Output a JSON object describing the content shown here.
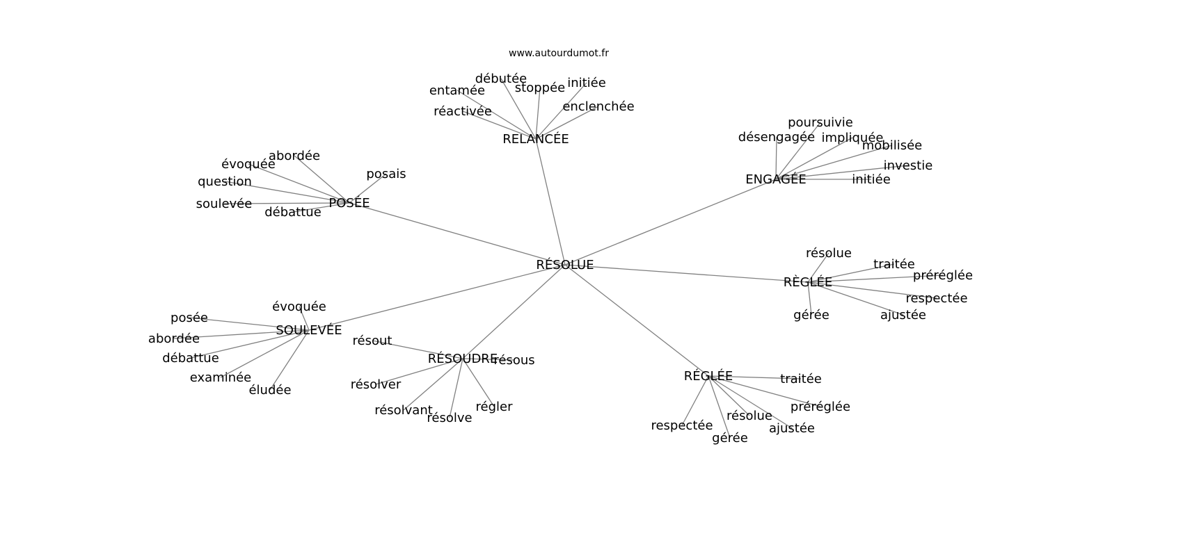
{
  "title": "www.autourdumot.fr",
  "root": "RÉSOLUE",
  "groups": [
    {
      "label": "RELANCÉE",
      "children": [
        "débutée",
        "entamée",
        "stoppée",
        "initiée",
        "réactivée",
        "enclenchée"
      ]
    },
    {
      "label": "ENGAGÉE",
      "children": [
        "poursuivie",
        "désengagée",
        "impliquée",
        "mobilisée",
        "investie",
        "initiée"
      ]
    },
    {
      "label": "POSÉE",
      "children": [
        "abordée",
        "évoquée",
        "posais",
        "question",
        "soulevée",
        "débattue"
      ]
    },
    {
      "label": "RÈGLÉE",
      "children": [
        "résolue",
        "traitée",
        "préréglée",
        "respectée",
        "gérée",
        "ajustée"
      ]
    },
    {
      "label": "SOULEVÉE",
      "children": [
        "évoquée",
        "posée",
        "abordée",
        "débattue",
        "examinée",
        "éludée"
      ]
    },
    {
      "label": "RÉSOUDRE",
      "children": [
        "résout",
        "résous",
        "résolver",
        "résolvant",
        "résolve",
        "régler"
      ]
    },
    {
      "label": "RÉGLÉE",
      "children": [
        "traitée",
        "préréglée",
        "résolue",
        "ajustée",
        "respectée",
        "gérée"
      ]
    }
  ],
  "colors": {
    "edge": "#808080",
    "text": "#000000"
  }
}
